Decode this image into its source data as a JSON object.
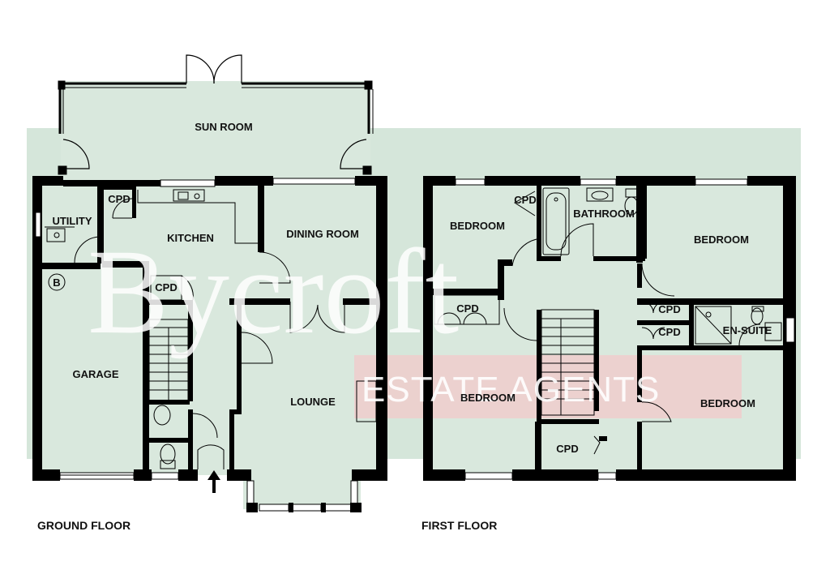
{
  "rooms": {
    "sun_room": "SUN ROOM",
    "utility": "UTILITY",
    "cpd_kitchen": "CPD",
    "kitchen": "KITCHEN",
    "dining_room": "DINING ROOM",
    "boiler": "B",
    "cpd_hall": "CPD",
    "garage": "GARAGE",
    "lounge": "LOUNGE",
    "bedroom_front_left": "BEDROOM",
    "cpd_bed2": "CPD",
    "bathroom": "BATHROOM",
    "bedroom_rear_right": "BEDROOM",
    "cpd_left": "CPD",
    "cpd_right_upper": "CPD",
    "cpd_right_lower": "CPD",
    "en_suite": "EN-SUITE",
    "bedroom_main": "BEDROOM",
    "bedroom_front_right": "BEDROOM",
    "cpd_landing": "CPD"
  },
  "floors": {
    "ground": "GROUND FLOOR",
    "first": "FIRST FLOOR"
  },
  "watermark": {
    "logo_text": "Bycroft",
    "logo_subtext": "ESTATE AGENTS"
  },
  "colors": {
    "floor_fill": "#d9e8dd",
    "wall": "#000000",
    "band": "#cfe3d4",
    "accent_band": "#f4c6c6"
  }
}
